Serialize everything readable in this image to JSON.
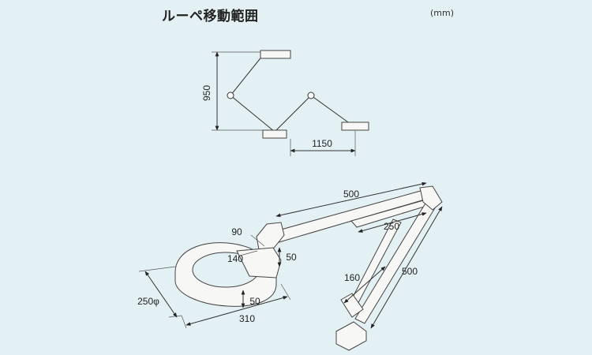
{
  "title": "ルーペ移動範囲",
  "unit": "(mm)",
  "diagram": {
    "range_height": "950",
    "range_width": "1150",
    "arm_length_upper": "500",
    "arm_length_lower": "500",
    "arm_upper_sub": "250",
    "arm_lower_sub": "160",
    "head_neck": "90",
    "head_inner": "140",
    "head_side": "50",
    "head_thickness": "50",
    "head_length": "310",
    "head_diameter": "250φ"
  }
}
